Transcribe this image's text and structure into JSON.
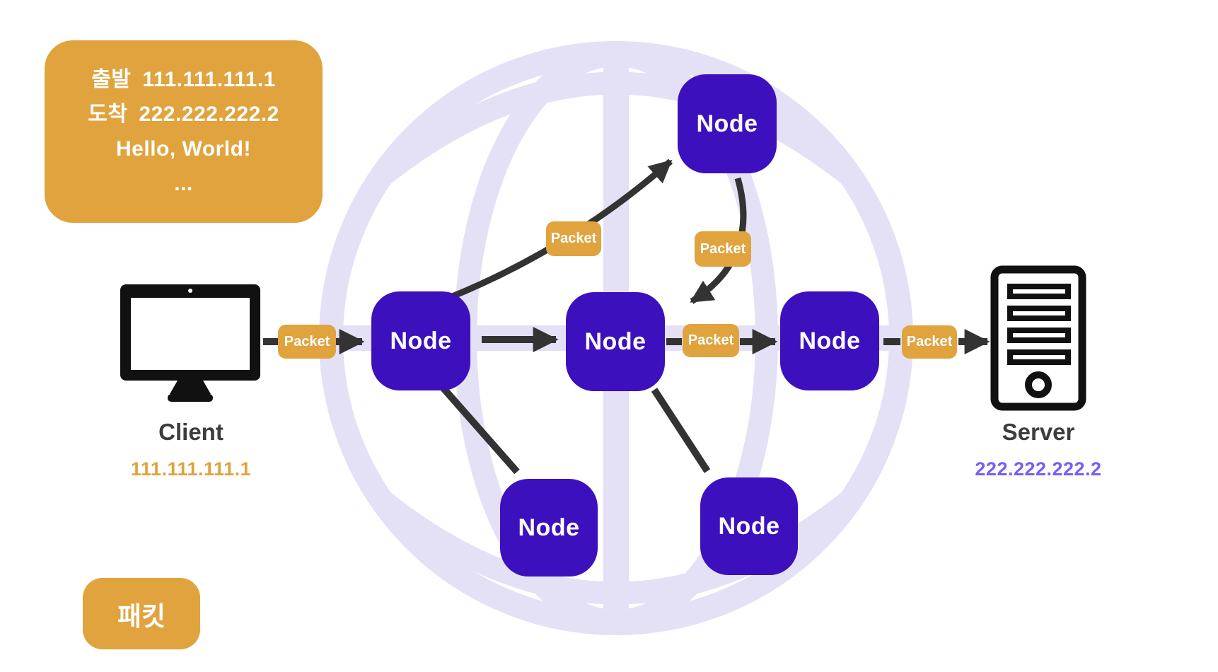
{
  "diagram": {
    "node_label": "Node",
    "packet_label": "Packet",
    "info_box": {
      "departure_label": "출발",
      "departure_value": "111.111.111.1",
      "arrival_label": "도착",
      "arrival_value": "222.222.222.2",
      "message": "Hello, World!",
      "ellipsis": "..."
    },
    "client": {
      "label": "Client",
      "ip": "111.111.111.1"
    },
    "server": {
      "label": "Server",
      "ip": "222.222.222.2"
    },
    "legend": {
      "packet_korean": "패킷"
    },
    "colors": {
      "orange": "#E0A33E",
      "node_purple": "#3D10BE",
      "globe_lavender": "#E4E0F6",
      "arrow_dark": "#333333",
      "endpoint_label_gray": "#3D3D3D",
      "client_ip": "#E0A33E",
      "server_ip": "#7A5CF6"
    }
  }
}
